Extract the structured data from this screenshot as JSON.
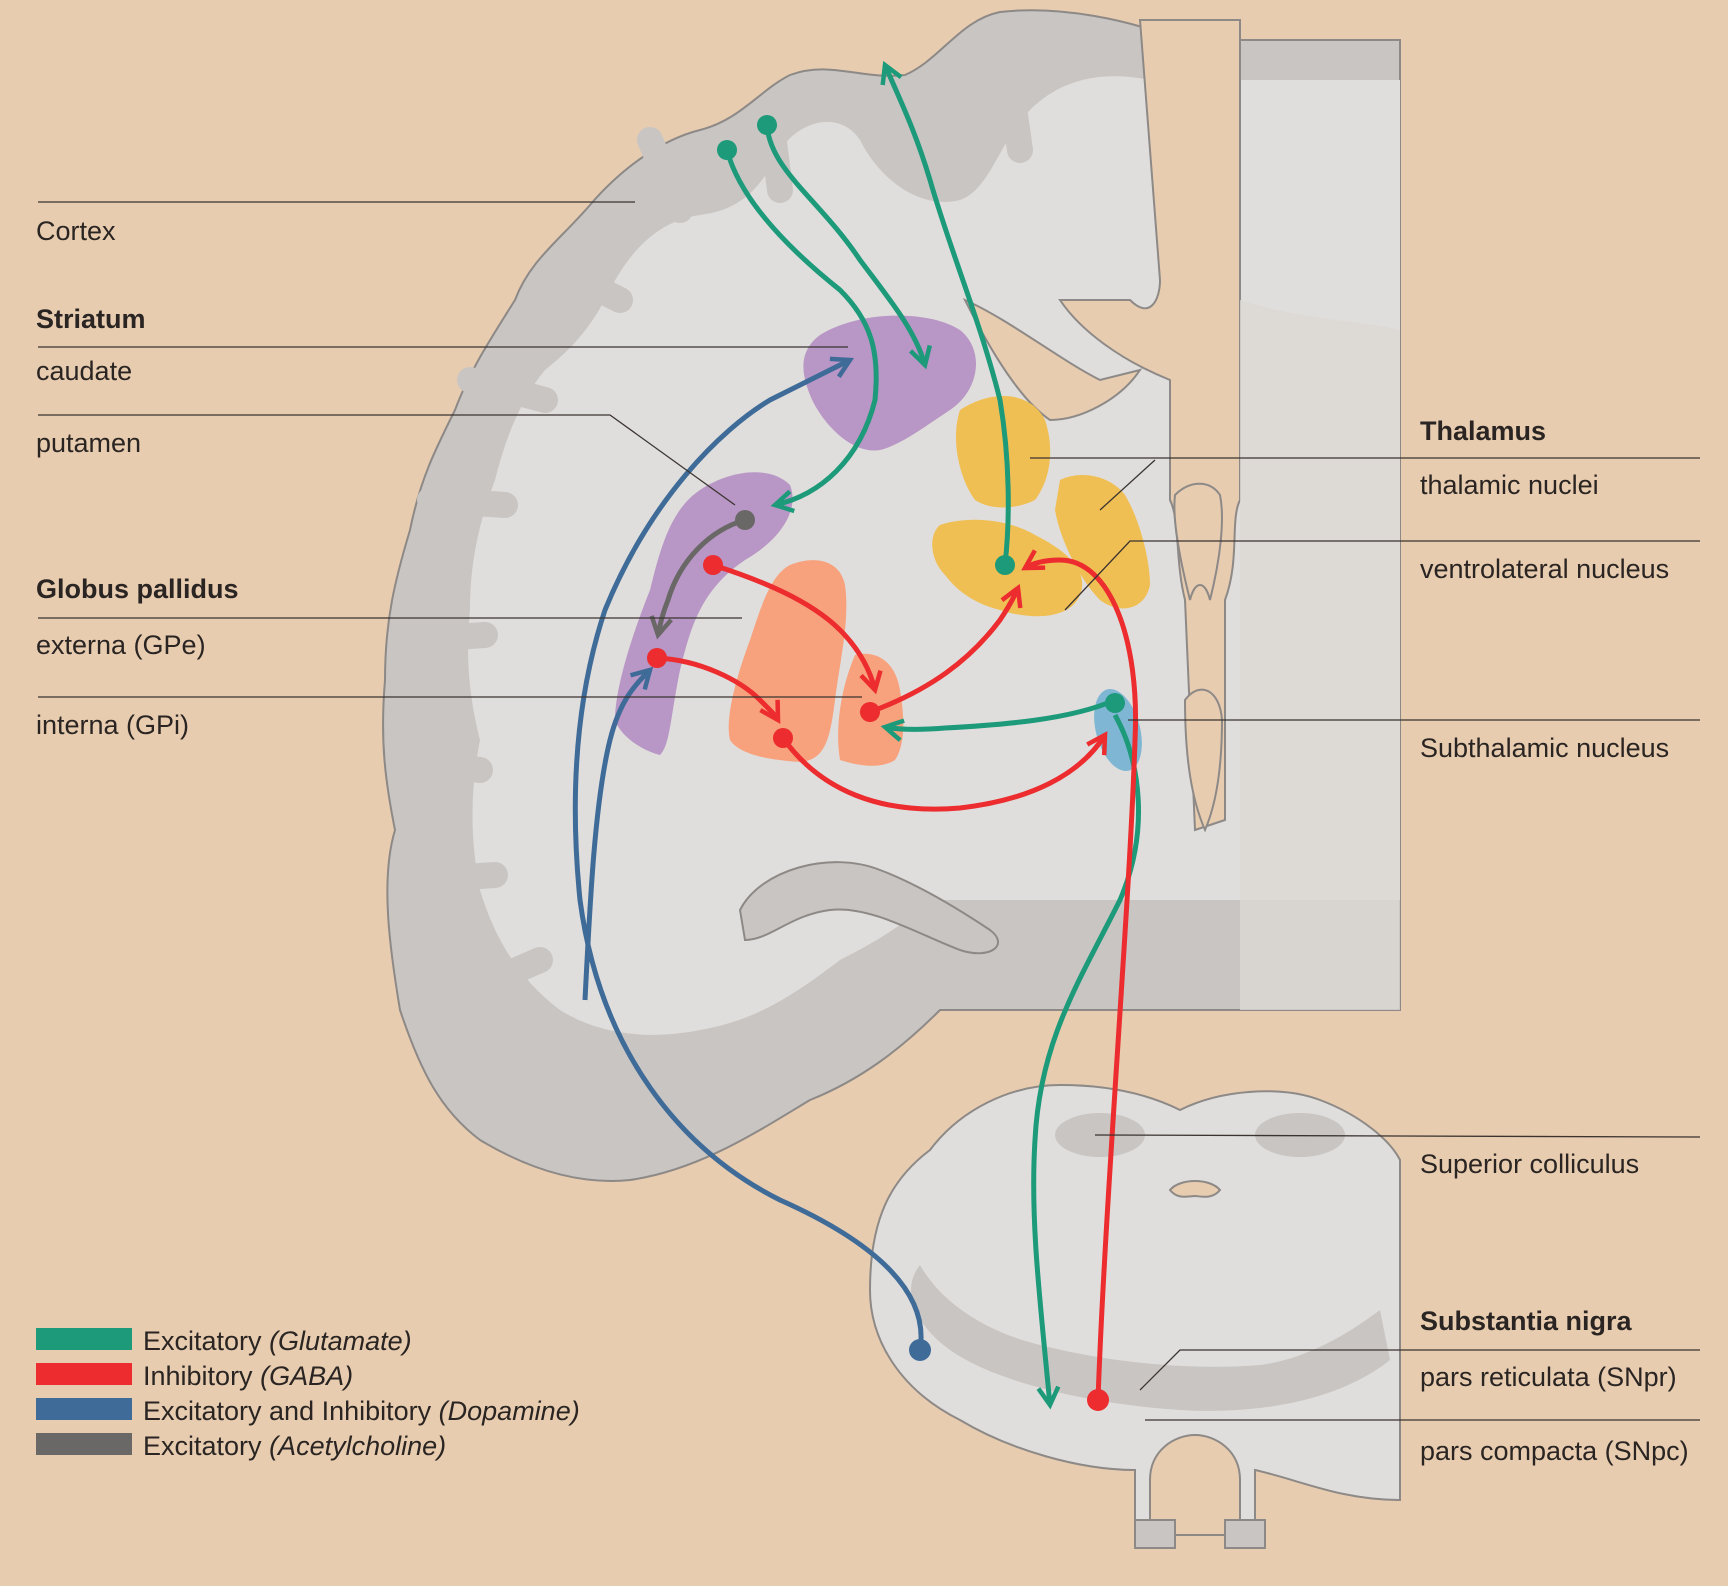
{
  "colors": {
    "background": "#e8ccb0",
    "brain_outer": "#c9c5c3",
    "brain_inner": "#e0dedc",
    "striatum": "#b48ec2",
    "thalamus": "#f0bf54",
    "globus_pallidus": "#f7a27d",
    "subthalamic": "#7fb6d3",
    "glutamate": "#1c9a79",
    "gaba": "#ec2c2e",
    "dopamine": "#3f6b98",
    "acetylcholine": "#6a6866"
  },
  "labels": {
    "cortex": "Cortex",
    "striatum": "Striatum",
    "caudate": "caudate",
    "putamen": "putamen",
    "globus_pallidus": "Globus pallidus",
    "externa": "externa (GPe)",
    "interna": "interna (GPi)",
    "thalamus": "Thalamus",
    "thalamic_nuclei": "thalamic nuclei",
    "ventrolateral": "ventrolateral nucleus",
    "subthalamic": "Subthalamic nucleus",
    "superior_colliculus": "Superior colliculus",
    "substantia_nigra": "Substantia nigra",
    "snpr": "pars reticulata (SNpr)",
    "snpc": "pars compacta (SNpc)"
  },
  "legend": [
    {
      "name": "Excitatory",
      "qualifier": "(Glutamate)",
      "color": "#1c9a79"
    },
    {
      "name": "Inhibitory",
      "qualifier": "(GABA)",
      "color": "#ec2c2e"
    },
    {
      "name": "Excitatory and Inhibitory",
      "qualifier": "(Dopamine)",
      "color": "#3f6b98"
    },
    {
      "name": "Excitatory",
      "qualifier": "(Acetylcholine)",
      "color": "#6a6866"
    }
  ]
}
